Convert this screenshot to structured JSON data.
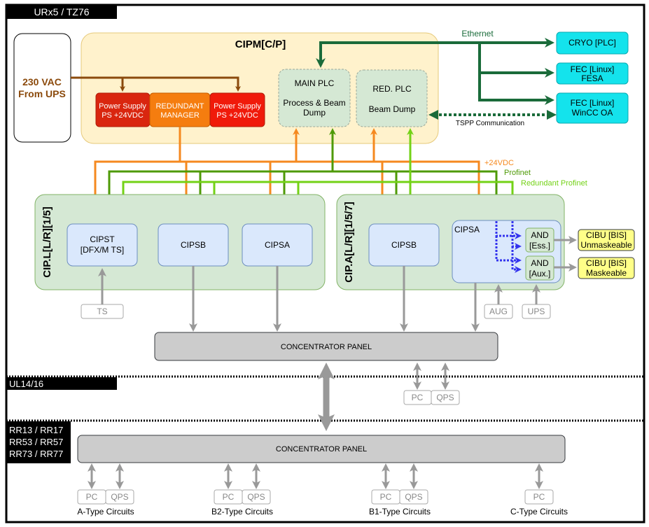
{
  "zones": {
    "top": "URx5 / TZ76",
    "middle": "UL14/16",
    "bottom": [
      "RR13 / RR17",
      "RR53 / RR57",
      "RR73 / RR77"
    ]
  },
  "source": {
    "line1": "230 VAC",
    "line2": "From UPS"
  },
  "cipm": {
    "title": "CIPM[C/P]",
    "ps_left": [
      "Power Supply",
      "PS +24VDC"
    ],
    "manager": [
      "REDUNDANT",
      "MANAGER"
    ],
    "ps_right": [
      "Power Supply",
      "PS +24VDC"
    ],
    "main_plc": [
      "MAIN PLC",
      "Process & Beam",
      "Dump"
    ],
    "red_plc": [
      "RED. PLC",
      "Beam Dump"
    ]
  },
  "network": {
    "ethernet_label": "Ethernet",
    "tspp_label": "TSPP Communication",
    "targets": [
      {
        "lines": [
          "CRYO [PLC]"
        ]
      },
      {
        "lines": [
          "FEC [Linux]",
          "FESA"
        ]
      },
      {
        "lines": [
          "FEC [Linux]",
          "WinCC OA"
        ]
      }
    ]
  },
  "legend": {
    "power": "+24VDC",
    "profinet": "Profinet",
    "red_profinet": "Redundant Profinet"
  },
  "colors": {
    "power": "#f5891f",
    "profinet": "#4e9a06",
    "red_profinet": "#73d216",
    "ethernet": "#1a6b3a",
    "vac": "#8b4a0c",
    "tspp": "#1a6b3a",
    "logic": "#3333ee"
  },
  "cip_l": {
    "title": "CIP.L[L/R][1/5]",
    "boxes": [
      [
        "CIPST",
        "[DFX/M TS]"
      ],
      [
        "CIPSB"
      ],
      [
        "CIPSA"
      ]
    ],
    "ts_input": "TS"
  },
  "cip_a": {
    "title": "CIP.A[L/R][1/5/7]",
    "cipsb": "CIPSB",
    "cipsa": "CIPSA",
    "and_ess": [
      "AND",
      "[Ess.]"
    ],
    "and_aux": [
      "AND",
      "[Aux.]"
    ],
    "inputs": [
      "AUG",
      "UPS"
    ],
    "cibu_unmask": [
      "CIBU [BIS]",
      "Unmaskeable"
    ],
    "cibu_mask": [
      "CIBU [BIS]",
      "Maskeable"
    ]
  },
  "concentrator_top": {
    "label": "CONCENTRATOR PANEL",
    "io": [
      "PC",
      "QPS"
    ]
  },
  "concentrator_bottom": {
    "label": "CONCENTRATOR PANEL",
    "groups": [
      {
        "io": [
          "PC",
          "QPS"
        ],
        "label": "A-Type Circuits"
      },
      {
        "io": [
          "PC",
          "QPS"
        ],
        "label": "B2-Type Circuits"
      },
      {
        "io": [
          "PC",
          "QPS"
        ],
        "label": "B1-Type Circuits"
      },
      {
        "io": [
          "PC"
        ],
        "label": "C-Type Circuits"
      }
    ]
  }
}
